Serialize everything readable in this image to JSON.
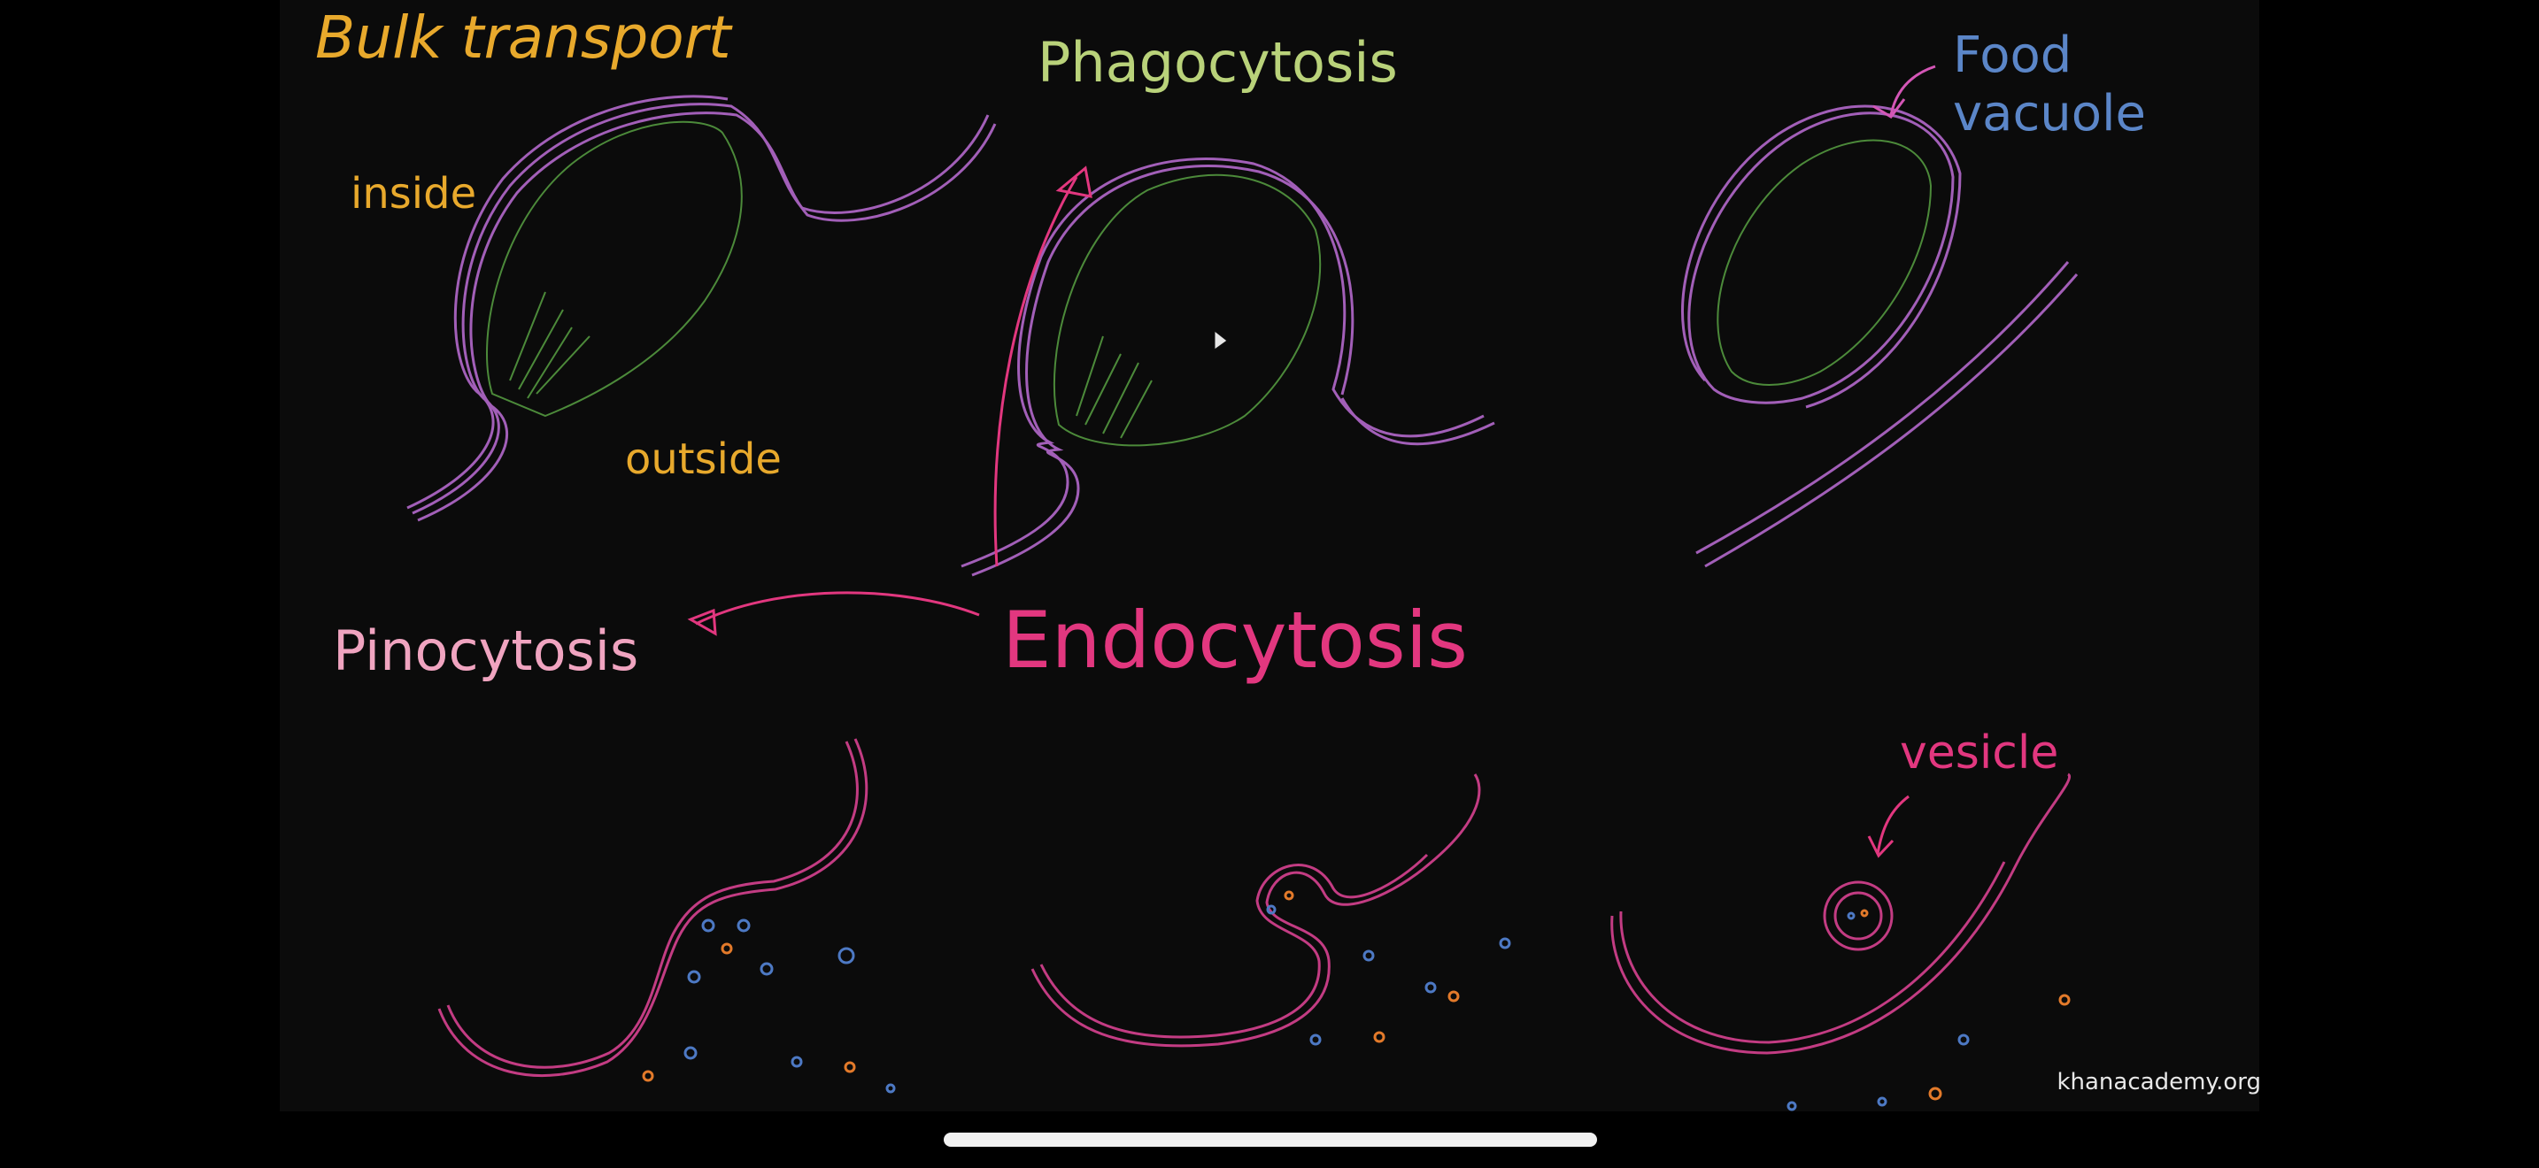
{
  "board": {
    "labels": {
      "bulk_transport": "Bulk transport",
      "inside": "inside",
      "outside": "outside",
      "phagocytosis": "Phagocytosis",
      "food_vacuole": "Food vacuole",
      "pinocytosis": "Pinocytosis",
      "endocytosis": "Endocytosis",
      "vesicle": "vesicle"
    },
    "watermark": "khanacademy.org"
  },
  "colors": {
    "background": "#0b0b0b",
    "orange_text": "#e8a92c",
    "membrane_purple": "#a25fb8",
    "cell_green": "#4c8a3a",
    "endocytosis_pink": "#e2377f",
    "phago_green_text": "#b9d27a",
    "food_vacuole_blue": "#5b86c8",
    "pino_pink_text": "#f0a4c0",
    "particle_blue": "#4d79c4",
    "particle_orange": "#e37a2a"
  }
}
